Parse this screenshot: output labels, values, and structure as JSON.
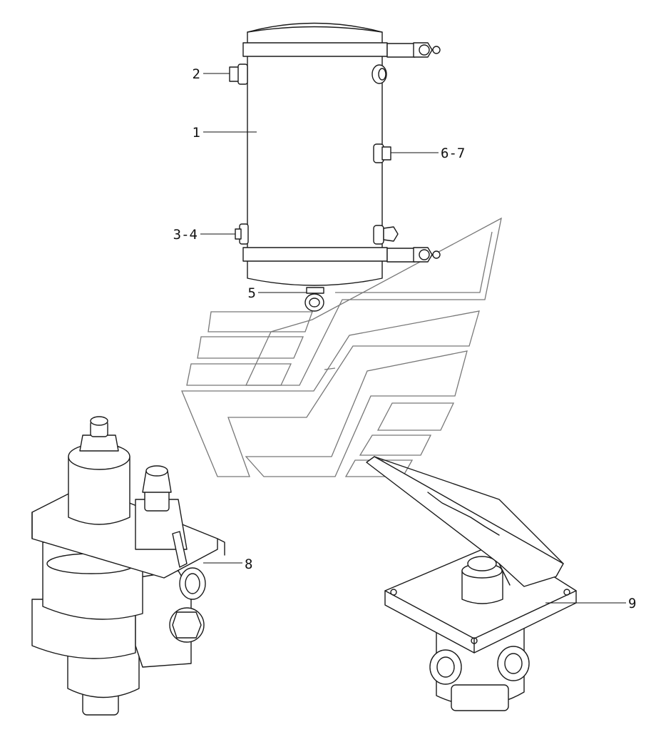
{
  "diagram": {
    "parts": [
      {
        "id": "tank",
        "callout": "1"
      },
      {
        "id": "top-fitting",
        "callout": "2"
      },
      {
        "id": "side-plug",
        "callout": "3-4"
      },
      {
        "id": "drain-valve",
        "callout": "5"
      },
      {
        "id": "fitting",
        "callout": "6-7"
      },
      {
        "id": "brake-valve",
        "callout": "8"
      },
      {
        "id": "foot-brake-valve",
        "callout": "9"
      }
    ],
    "watermark": "manufacturer-logo",
    "colors": {
      "line": "#1a1a1a",
      "watermark": "#777777",
      "background": "#ffffff"
    }
  }
}
